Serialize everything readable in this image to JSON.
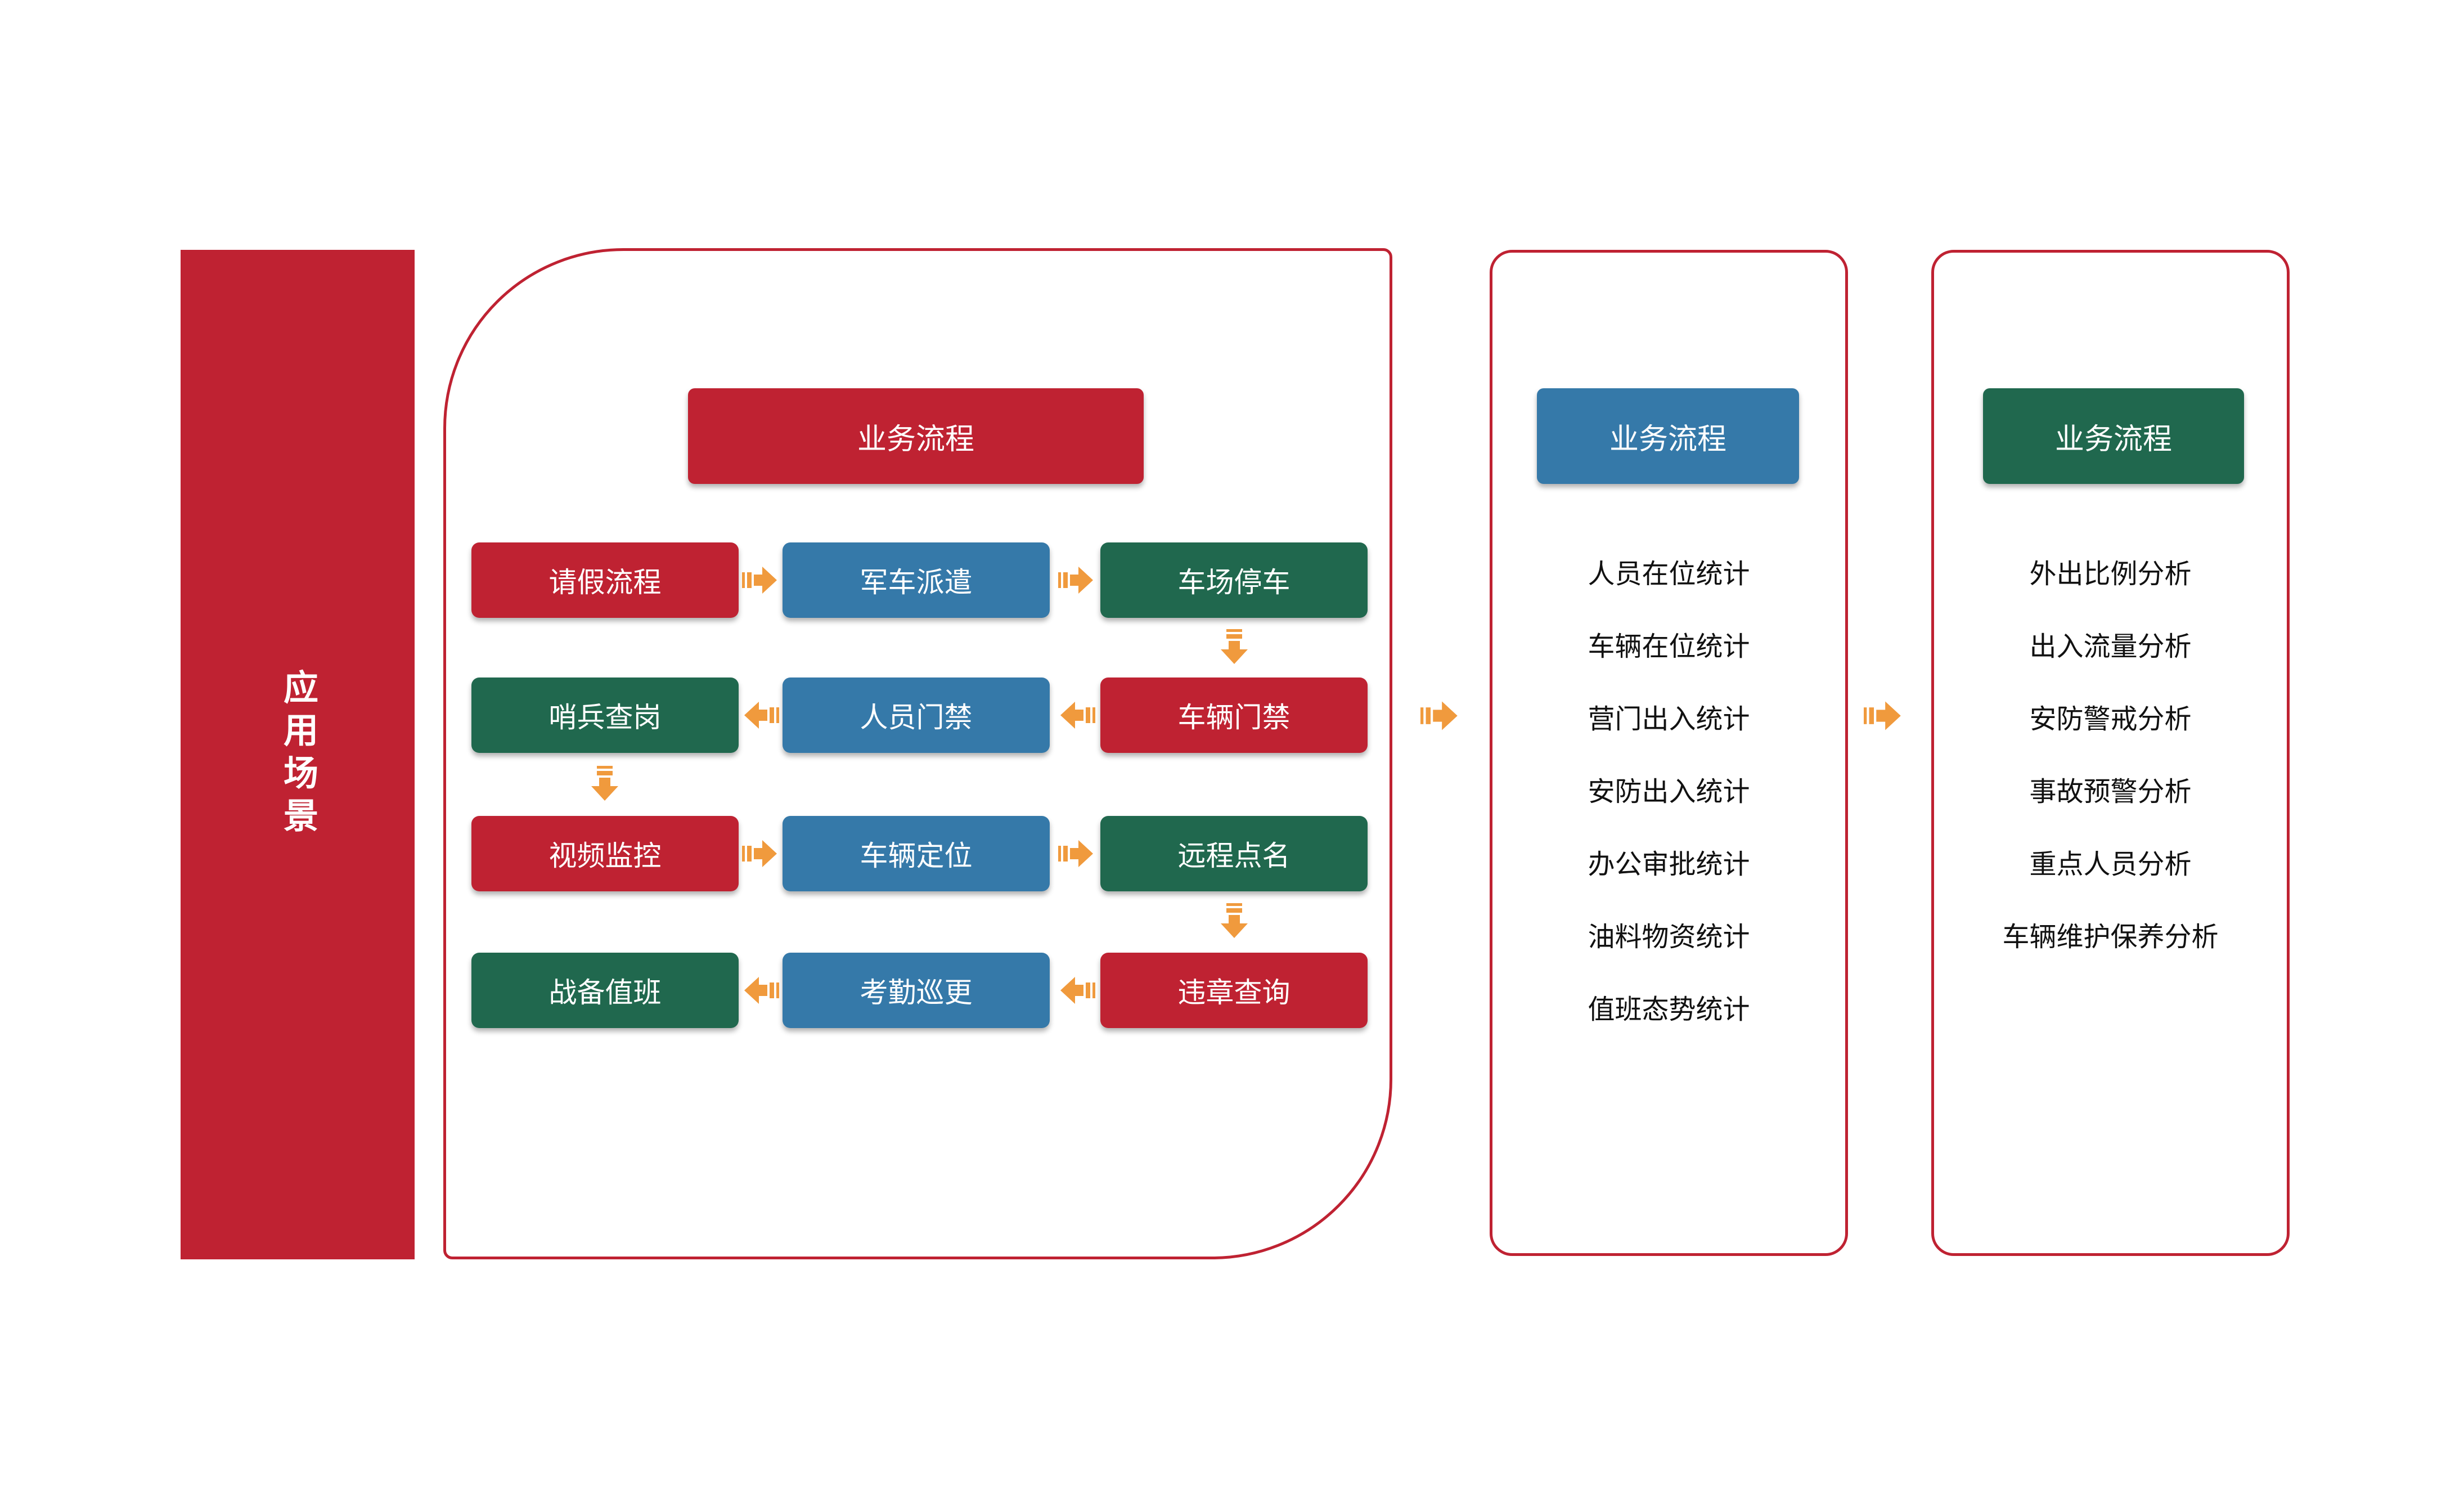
{
  "colors": {
    "red": "#BF2232",
    "blue": "#3579A9",
    "green": "#20684E",
    "orange": "#F09A3D",
    "text": "#111111",
    "bg": "#FFFFFF"
  },
  "sidebar": {
    "label": "应用场景"
  },
  "flow_panel": {
    "header": "业务流程",
    "rows": [
      {
        "direction": "right",
        "cells": [
          {
            "label": "请假流程",
            "color": "red"
          },
          {
            "label": "军车派遣",
            "color": "blue"
          },
          {
            "label": "车场停车",
            "color": "green"
          }
        ]
      },
      {
        "direction": "left",
        "cells": [
          {
            "label": "哨兵查岗",
            "color": "green"
          },
          {
            "label": "人员门禁",
            "color": "blue"
          },
          {
            "label": "车辆门禁",
            "color": "red"
          }
        ]
      },
      {
        "direction": "right",
        "cells": [
          {
            "label": "视频监控",
            "color": "red"
          },
          {
            "label": "车辆定位",
            "color": "blue"
          },
          {
            "label": "远程点名",
            "color": "green"
          }
        ]
      },
      {
        "direction": "left",
        "cells": [
          {
            "label": "战备值班",
            "color": "green"
          },
          {
            "label": "考勤巡更",
            "color": "blue"
          },
          {
            "label": "违章查询",
            "color": "red"
          }
        ]
      }
    ]
  },
  "stats_panel": {
    "header": "业务流程",
    "items": [
      "人员在位统计",
      "车辆在位统计",
      "营门出入统计",
      "安防出入统计",
      "办公审批统计",
      "油料物资统计",
      "值班态势统计"
    ]
  },
  "analysis_panel": {
    "header": "业务流程",
    "items": [
      "外出比例分析",
      "出入流量分析",
      "安防警戒分析",
      "事故预警分析",
      "重点人员分析",
      "车辆维护保养分析"
    ]
  }
}
